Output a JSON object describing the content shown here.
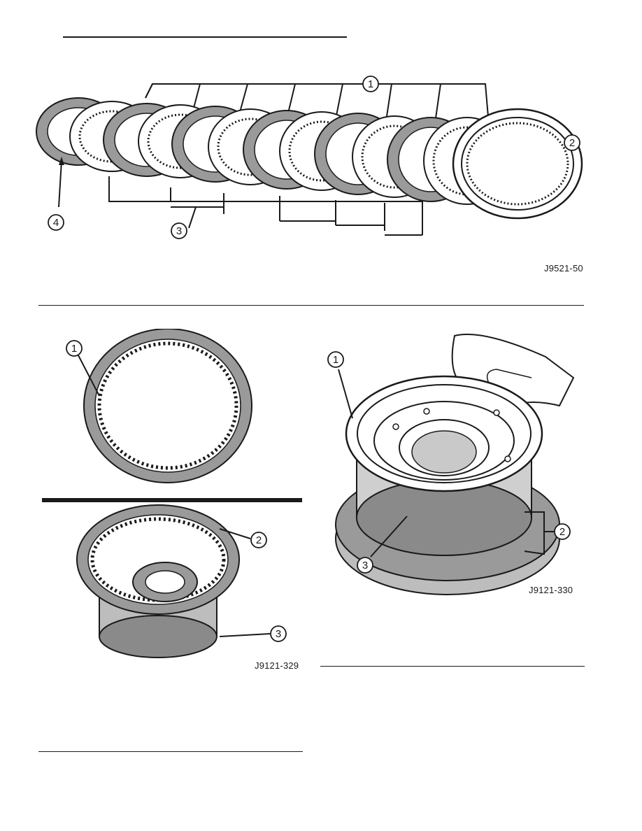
{
  "figures": [
    {
      "id": "J9521-50",
      "callouts": [
        "1",
        "2",
        "3",
        "4"
      ]
    },
    {
      "id": "J9121-329",
      "callouts": [
        "1",
        "2",
        "3"
      ]
    },
    {
      "id": "J9121-330",
      "callouts": [
        "1",
        "2",
        "3"
      ]
    }
  ],
  "colors": {
    "ink": "#1a1a1a",
    "friction": "#9a9a9a",
    "paper": "#ffffff"
  }
}
